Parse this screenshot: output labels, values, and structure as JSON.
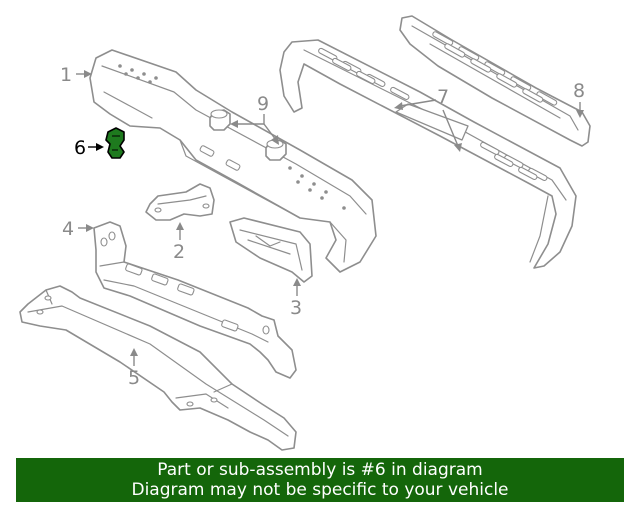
{
  "callouts": [
    {
      "id": "1",
      "label": "1"
    },
    {
      "id": "2",
      "label": "2"
    },
    {
      "id": "3",
      "label": "3"
    },
    {
      "id": "4",
      "label": "4"
    },
    {
      "id": "5",
      "label": "5"
    },
    {
      "id": "6",
      "label": "6",
      "highlighted": true
    },
    {
      "id": "7",
      "label": "7"
    },
    {
      "id": "8",
      "label": "8"
    },
    {
      "id": "9",
      "label": "9"
    }
  ],
  "banner": {
    "line1": "Part or sub-assembly is #6 in diagram",
    "line2": "Diagram may not be specific to your vehicle",
    "background": "#14660a",
    "text_color": "#ffffff"
  },
  "colors": {
    "part_outline": "#8e8e8e",
    "highlight_fill": "#1e7a1e",
    "highlight_label": "#000000"
  }
}
